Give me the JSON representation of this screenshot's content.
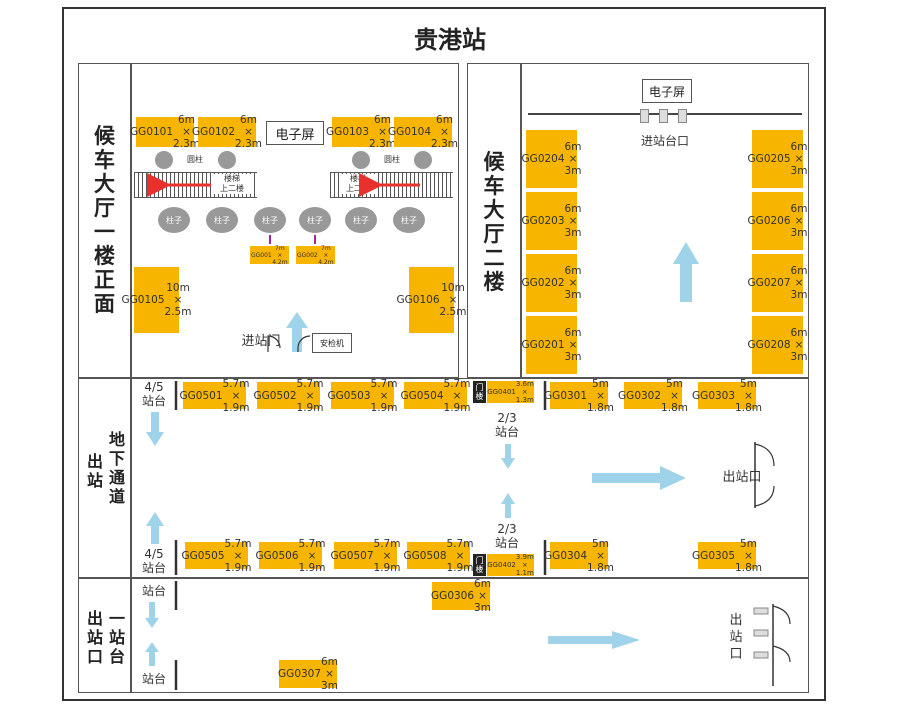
{
  "title": "贵港站",
  "sections": {
    "hall1": "候\n车\n大\n厅\n一\n楼\n正\n面",
    "hall2": "候\n车\n大\n厅\n二\n楼",
    "exit": "出\n站",
    "underground": "地\n下\n通\n道",
    "platform1_exit": "出\n站\n口",
    "platform1": "一\n站\n台"
  },
  "labels": {
    "screen": "电子屏",
    "round_pillar": "圆柱",
    "stairs": "楼梯\n上二楼",
    "pillar": "柱子",
    "entrance_gate": "进站门",
    "security": "安检机",
    "platform_entrance": "进站台口",
    "platform_45": "4/5\n站台",
    "platform_23": "2/3\n站台",
    "platform": "站台",
    "exit_gate": "出站口",
    "exit_gate_v": "出\n站\n口",
    "door": "门\n楼"
  },
  "ads": [
    {
      "id": "GG0101",
      "size": "6m × 2.3m"
    },
    {
      "id": "GG0102",
      "size": "6m × 2.3m"
    },
    {
      "id": "GG0103",
      "size": "6m × 2.3m"
    },
    {
      "id": "GG0104",
      "size": "6m × 2.3m"
    },
    {
      "id": "GG0105",
      "size": "10m ×\n2.5m"
    },
    {
      "id": "GG0106",
      "size": "10m ×\n2.5m"
    },
    {
      "id": "GG001",
      "size": "7m × 4.2m"
    },
    {
      "id": "GG002",
      "size": "7m × 4.2m"
    },
    {
      "id": "GG0201",
      "size": "6m × 3m"
    },
    {
      "id": "GG0202",
      "size": "6m × 3m"
    },
    {
      "id": "GG0203",
      "size": "6m × 3m"
    },
    {
      "id": "GG0204",
      "size": "6m × 3m"
    },
    {
      "id": "GG0205",
      "size": "6m × 3m"
    },
    {
      "id": "GG0206",
      "size": "6m × 3m"
    },
    {
      "id": "GG0207",
      "size": "6m × 3m"
    },
    {
      "id": "GG0208",
      "size": "6m × 3m"
    },
    {
      "id": "GG0501",
      "size": "5.7m × 1.9m"
    },
    {
      "id": "GG0502",
      "size": "5.7m × 1.9m"
    },
    {
      "id": "GG0503",
      "size": "5.7m × 1.9m"
    },
    {
      "id": "GG0504",
      "size": "5.7m × 1.9m"
    },
    {
      "id": "GG0401",
      "size": "3.6m × 1.3m"
    },
    {
      "id": "GG0301",
      "size": "5m × 1.8m"
    },
    {
      "id": "GG0302",
      "size": "5m × 1.8m"
    },
    {
      "id": "GG0303",
      "size": "5m × 1.8m"
    },
    {
      "id": "GG0505",
      "size": "5.7m × 1.9m"
    },
    {
      "id": "GG0506",
      "size": "5.7m × 1.9m"
    },
    {
      "id": "GG0507",
      "size": "5.7m × 1.9m"
    },
    {
      "id": "GG0508",
      "size": "5.7m × 1.9m"
    },
    {
      "id": "GG0402",
      "size": "3.9m × 1.1m"
    },
    {
      "id": "GG0304",
      "size": "5m × 1.8m"
    },
    {
      "id": "GG0305",
      "size": "5m × 1.8m"
    },
    {
      "id": "GG0306",
      "size": "6m × 3m"
    },
    {
      "id": "GG0307",
      "size": "6m × 3m"
    }
  ],
  "colors": {
    "ad": "#f7b500",
    "arrow": "#9fd3ea",
    "red_arrow": "#e8302c"
  }
}
